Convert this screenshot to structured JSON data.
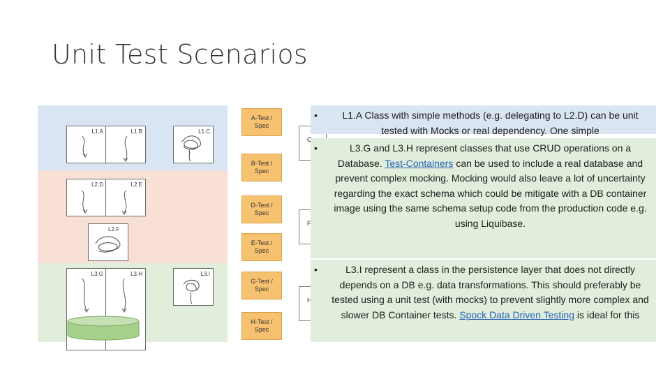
{
  "slide": {
    "title": "Unit Test Scenarios"
  },
  "diagram": {
    "units": {
      "l1a": "L1.A",
      "l1b": "L1.B",
      "l1c": "L1.C",
      "l2d": "L2.D",
      "l2e": "L2.E",
      "l2f": "L2.F",
      "l3g": "L3.G",
      "l3h": "L3.H",
      "l3i": "L3.I"
    },
    "specs": {
      "a": "A-Test / Spec",
      "b": "B-Test / Spec",
      "d": "D-Test / Spec",
      "e": "E-Test / Spec",
      "g": "G-Test / Spec",
      "h": "H-Test / Spec"
    },
    "mini": {
      "c": "C",
      "f": "F",
      "h": "H"
    }
  },
  "notes": {
    "bullet_glyph": "•",
    "n1": "L1.A Class with simple methods (e.g. delegating to L2.D) can be unit tested with Mocks or real dependency. One simple",
    "n2_part1": "L3.G and L3.H represent classes that use CRUD operations on a Database.",
    "n2_link": "Test-Containers",
    "n2_part2": "can be used to include a real database and prevent complex mocking. Mocking would also leave a lot of uncertainty regarding the exact schema which could be mitigate with a DB container image using the same schema setup code from the production code e.g. using Liquibase.",
    "n3_part1": "L3.I represent a class in the persistence layer that does not directly depends on a DB e.g. data transformations. This should preferably be tested using a unit test (with mocks) to prevent slightly more complex and slower DB Container tests.",
    "n3_link": "Spock Data Driven Testing",
    "n3_part2": "is ideal for this"
  }
}
